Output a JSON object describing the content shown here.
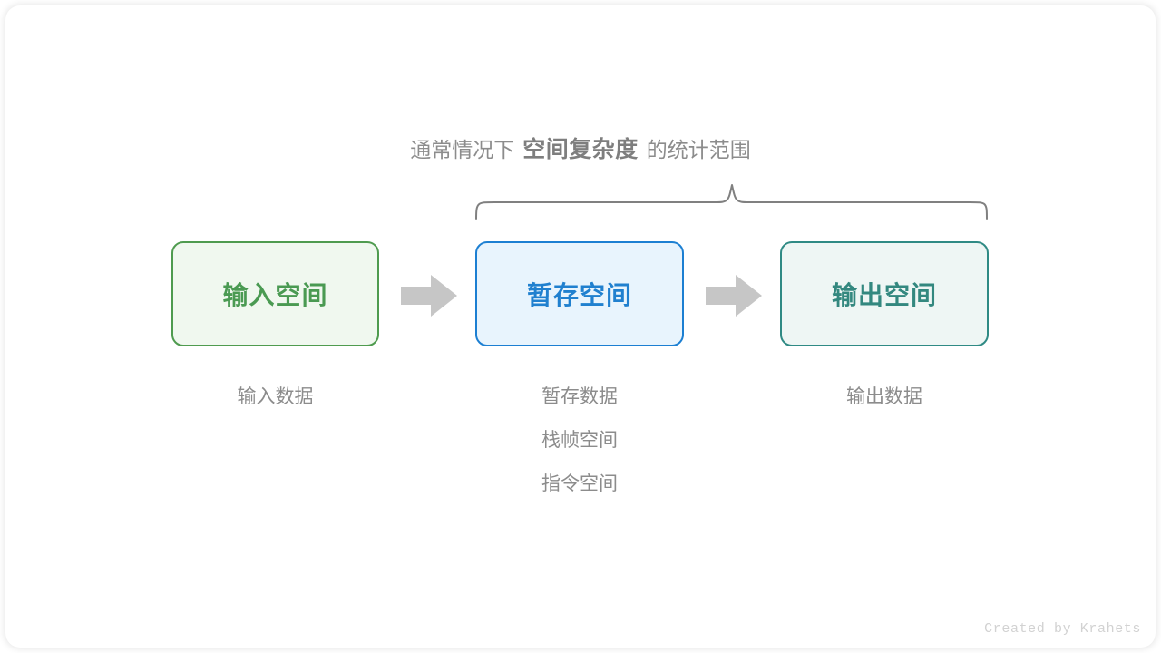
{
  "diagram": {
    "heading": {
      "prefix": "通常情况下",
      "emphasis": "空间复杂度",
      "suffix": "的统计范围"
    },
    "brace": {
      "name": "scope-brace",
      "color": "#808080"
    },
    "boxes": [
      {
        "id": "input",
        "label": "输入空间",
        "border_color": "#4f9b4f",
        "fill_color": "#f0f8ef",
        "text_color": "#4a9a52"
      },
      {
        "id": "temp",
        "label": "暂存空间",
        "border_color": "#1c7fd2",
        "fill_color": "#e8f4fd",
        "text_color": "#2080cf"
      },
      {
        "id": "output",
        "label": "输出空间",
        "border_color": "#2f8a84",
        "fill_color": "#eef6f4",
        "text_color": "#33887f"
      }
    ],
    "arrows": [
      {
        "id": "arrow-1",
        "color": "#c6c6c6"
      },
      {
        "id": "arrow-2",
        "color": "#c6c6c6"
      }
    ],
    "captions": {
      "input": [
        "输入数据"
      ],
      "temp": [
        "暂存数据",
        "栈帧空间",
        "指令空间"
      ],
      "output": [
        "输出数据"
      ]
    },
    "footer": "Created by Krahets"
  }
}
